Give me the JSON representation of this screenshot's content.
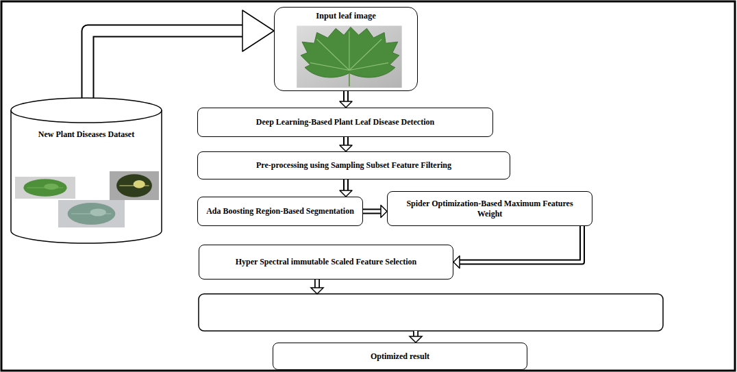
{
  "diagram": {
    "nodes": [
      {
        "text": [
          "Input leaf image"
        ]
      },
      {
        "text": [
          "New Plant Diseases Dataset"
        ]
      },
      {
        "text": [
          "Deep Learning-Based Plant Leaf Disease Detection"
        ]
      },
      {
        "text": [
          "Pre-processing using Sampling Subset Feature Filtering"
        ]
      },
      {
        "text": [
          "Ada Boosting Region-Based Segmentation"
        ]
      },
      {
        "text": [
          "Spider Optimization-Based Maximum Features Weight"
        ]
      },
      {
        "text": [
          "Hyper Spectral immutable Scaled Feature Selection"
        ]
      },
      {
        "text": [
          "Optimized result"
        ]
      }
    ],
    "edges": [
      {
        "from": 1,
        "to": 0,
        "arrow": "to"
      },
      {
        "from": 0,
        "to": 2,
        "arrow": "to"
      },
      {
        "from": 2,
        "to": 3,
        "arrow": "to"
      },
      {
        "from": 3,
        "to": 4,
        "arrow": "to"
      },
      {
        "from": 4,
        "to": 5,
        "arrow": "to"
      },
      {
        "from": 5,
        "to": 6,
        "arrow": "to"
      }
    ]
  }
}
